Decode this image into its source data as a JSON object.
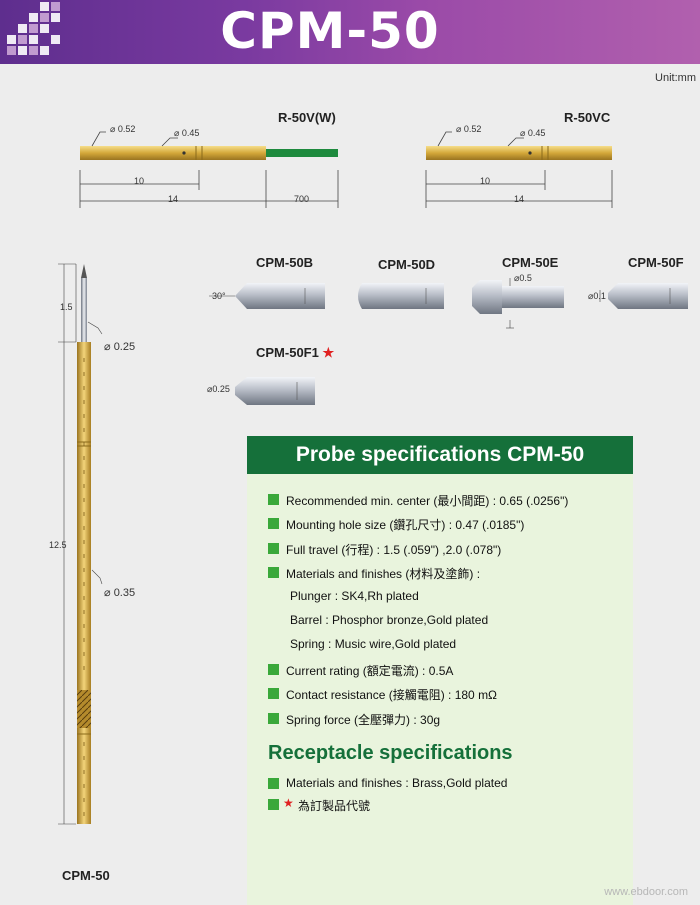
{
  "header": {
    "title": "CPM-50"
  },
  "unit": "Unit:mm",
  "drawings": {
    "r50vw": {
      "label": "R-50V(W)",
      "dia_outer": "0.52",
      "dia_inner": "0.45",
      "len_a": "10",
      "len_b": "14",
      "len_c": "700"
    },
    "r50vc": {
      "label": "R-50VC",
      "dia_outer": "0.52",
      "dia_inner": "0.45",
      "len_a": "10",
      "len_b": "14"
    },
    "tips": {
      "b": {
        "label": "CPM-50B",
        "angle": "30°"
      },
      "d": {
        "label": "CPM-50D"
      },
      "e": {
        "label": "CPM-50E",
        "dia": "0.5"
      },
      "f": {
        "label": "CPM-50F",
        "dia": "0.1"
      },
      "f1": {
        "label": "CPM-50F1",
        "dia": "0.25"
      }
    },
    "probe": {
      "label": "CPM-50",
      "dim_tip": "1.5",
      "dim_total": "12.5",
      "dia_plunger": "0.25",
      "dia_barrel": "0.35"
    }
  },
  "probe_specs": {
    "title": "Probe specifications CPM-50",
    "items": [
      "Recommended min. center (最小間距) : 0.65 (.0256\")",
      "Mounting hole size (鑽孔尺寸) : 0.47 (.0185\")",
      "Full travel (行程) : 1.5 (.059\") ,2.0 (.078\")",
      "Materials and finishes (材料及塗飾) :"
    ],
    "materials": [
      "Plunger : SK4,Rh plated",
      "Barrel : Phosphor bronze,Gold plated",
      "Spring : Music wire,Gold plated"
    ],
    "items2": [
      "Current rating (額定電流) : 0.5A",
      "Contact resistance (接觸電阻) : 180 mΩ",
      "Spring force (全壓彈力) : 30g"
    ]
  },
  "receptacle_specs": {
    "title": "Receptacle specifications",
    "items": [
      "Materials and finishes : Brass,Gold plated",
      "為訂製品代號"
    ]
  },
  "watermark": "www.ebdoor.com",
  "colors": {
    "header": "#6a3598",
    "green": "#15703a",
    "bullet": "#3aa83a",
    "gold": "#d4a83a",
    "star": "#e02020"
  }
}
